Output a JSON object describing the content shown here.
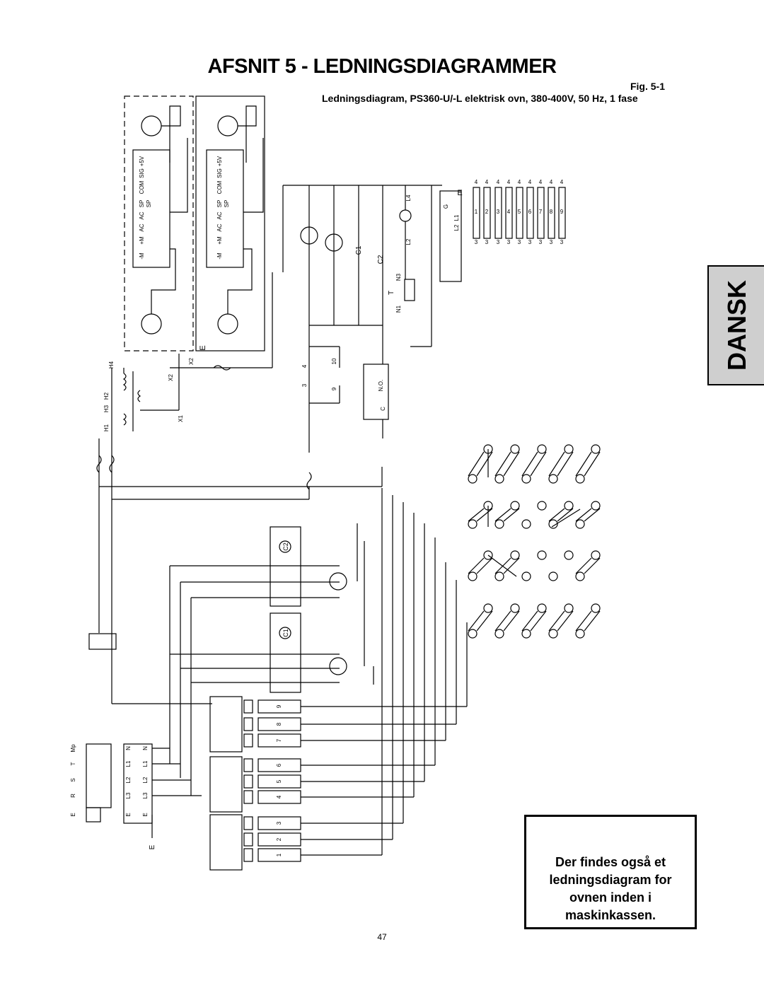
{
  "header": {
    "title": "AFSNIT 5 - LEDNINGSDIAGRAMMER",
    "figure": "Fig. 5-1",
    "caption": "Ledningsdiagram, PS360-U/-L elektrisk ovn, 380-400V, 50 Hz, 1 fase"
  },
  "side_tab": {
    "label": "DANSK",
    "color": "#cfcfcf"
  },
  "note": {
    "lines": [
      "Der findes også et",
      "ledningsdiagram for",
      "ovnen  inden i",
      "maskinkassen."
    ]
  },
  "page_number": "47",
  "diagram": {
    "motor_terminal_labels": [
      "-M",
      "+M",
      "AC",
      "AC",
      "SP",
      "SP",
      "COM",
      "SIG",
      "+5V"
    ],
    "transformer_labels": [
      "H4",
      "H3",
      "H2",
      "H1",
      "X2",
      "X1",
      "X2",
      "E"
    ],
    "component_labels": [
      "C1",
      "C2",
      "L4",
      "L2",
      "N3",
      "N1",
      "T",
      "G",
      "L1",
      "L2",
      "E"
    ],
    "relay_labels": [
      "N.O.",
      "C"
    ],
    "switch_numbers": [
      "4",
      "3",
      "10",
      "9"
    ],
    "terminal_block_rows": [
      [
        "4",
        "4",
        "4",
        "4",
        "4",
        "4",
        "4",
        "4",
        "4"
      ],
      [
        "1",
        "2",
        "3",
        "4",
        "5",
        "6",
        "7",
        "8",
        "9"
      ],
      [
        "3",
        "3",
        "3",
        "3",
        "3",
        "3",
        "3",
        "3",
        "3"
      ]
    ],
    "contactor_labels": [
      "C2",
      "C1"
    ],
    "heater_relay_numbers": [
      "9",
      "8",
      "7",
      "6",
      "5",
      "4",
      "3",
      "2",
      "1"
    ],
    "supply_labels_left": [
      "Mp",
      "T",
      "S",
      "R",
      "E"
    ],
    "supply_labels_right": [
      "N",
      "L1",
      "L2",
      "L3",
      "E"
    ],
    "ground_label": "E"
  }
}
